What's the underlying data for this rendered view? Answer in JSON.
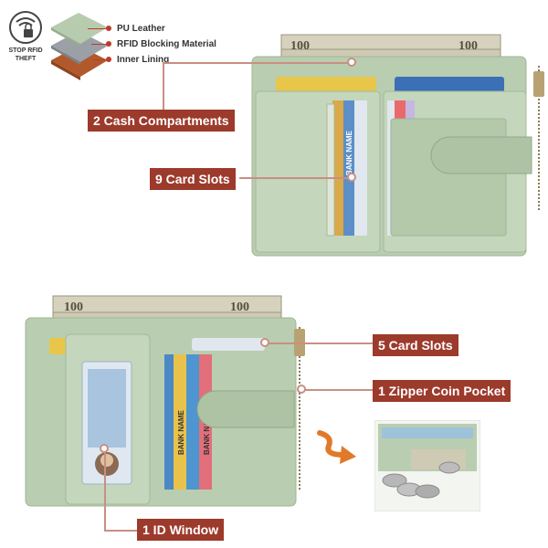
{
  "badge": {
    "line1": "STOP RFID",
    "line2": "THEFT"
  },
  "layers": [
    {
      "label": "PU Leather"
    },
    {
      "label": "RFID Blocking Material"
    },
    {
      "label": "Inner Lining"
    }
  ],
  "callouts": {
    "cash": "2 Cash Compartments",
    "card9": "9 Card Slots",
    "card5": "5 Card Slots",
    "zipper": "1 Zipper Coin Pocket",
    "id_window": "1 ID Window"
  },
  "printed": {
    "bill": "100",
    "bank_name": "BANK NAME"
  },
  "colors": {
    "wallet_green": "#b9cdb0",
    "wallet_green_dark": "#9fb594",
    "callout_bg": "#9c3a2c",
    "leader": "#c98f82"
  }
}
